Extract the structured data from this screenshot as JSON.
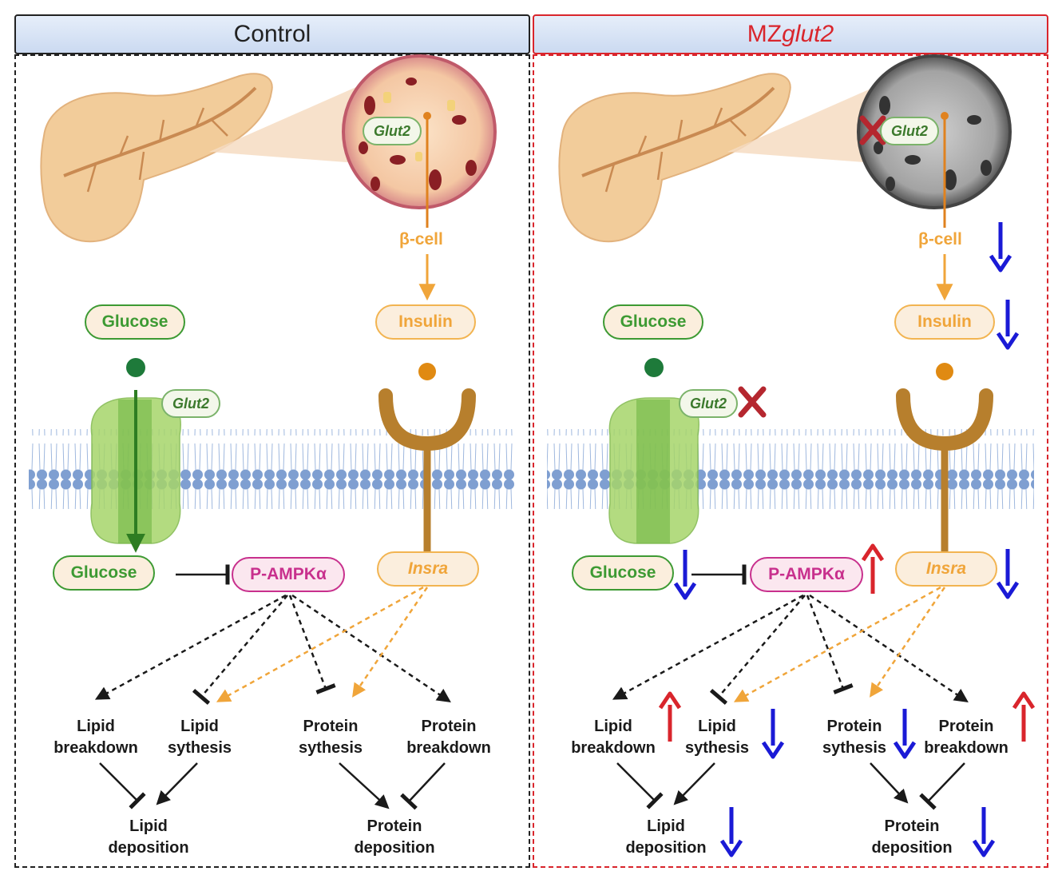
{
  "panels": {
    "control": {
      "title": "Control",
      "glut_label": "Glut2",
      "bcell": "β-cell",
      "glucose_top": "Glucose",
      "insulin": "Insulin",
      "glut_membrane": "Glut2",
      "glucose_bottom": "Glucose",
      "ampk": "P-AMPKα",
      "insra": "Insra",
      "lipid_breakdown": [
        "Lipid",
        "breakdown"
      ],
      "lipid_synthesis": [
        "Lipid",
        "sythesis"
      ],
      "protein_synthesis": [
        "Protein",
        "sythesis"
      ],
      "protein_breakdown": [
        "Protein",
        "breakdown"
      ],
      "lipid_deposition": [
        "Lipid",
        "deposition"
      ],
      "protein_deposition": [
        "Protein",
        "deposition"
      ]
    },
    "mz": {
      "title_prefix": "MZ",
      "title_italic": "glut2",
      "glut_label": "Glut2",
      "bcell": "β-cell",
      "glucose_top": "Glucose",
      "insulin": "Insulin",
      "glut_membrane": "Glut2",
      "glucose_bottom": "Glucose",
      "ampk": "P-AMPKα",
      "insra": "Insra",
      "lipid_breakdown": [
        "Lipid",
        "breakdown"
      ],
      "lipid_synthesis": [
        "Lipid",
        "sythesis"
      ],
      "protein_synthesis": [
        "Protein",
        "sythesis"
      ],
      "protein_breakdown": [
        "Protein",
        "breakdown"
      ],
      "lipid_deposition": [
        "Lipid",
        "deposition"
      ],
      "protein_deposition": [
        "Protein",
        "deposition"
      ]
    }
  },
  "colors": {
    "glucose_green": "#3d9a33",
    "insulin_orange": "#f0a53a",
    "ampk_magenta": "#c8308d",
    "up_arrow_red": "#d9252c",
    "down_arrow_blue": "#1a1ad6",
    "mz_border_red": "#d9252c",
    "membrane_blue": "#7f9fd1"
  },
  "icons": [
    "pancreas-illustration",
    "islet-illustration",
    "glut2-transporter-icon",
    "insulin-receptor-icon",
    "knockout-x-icon",
    "up-arrow-icon",
    "down-arrow-icon"
  ]
}
